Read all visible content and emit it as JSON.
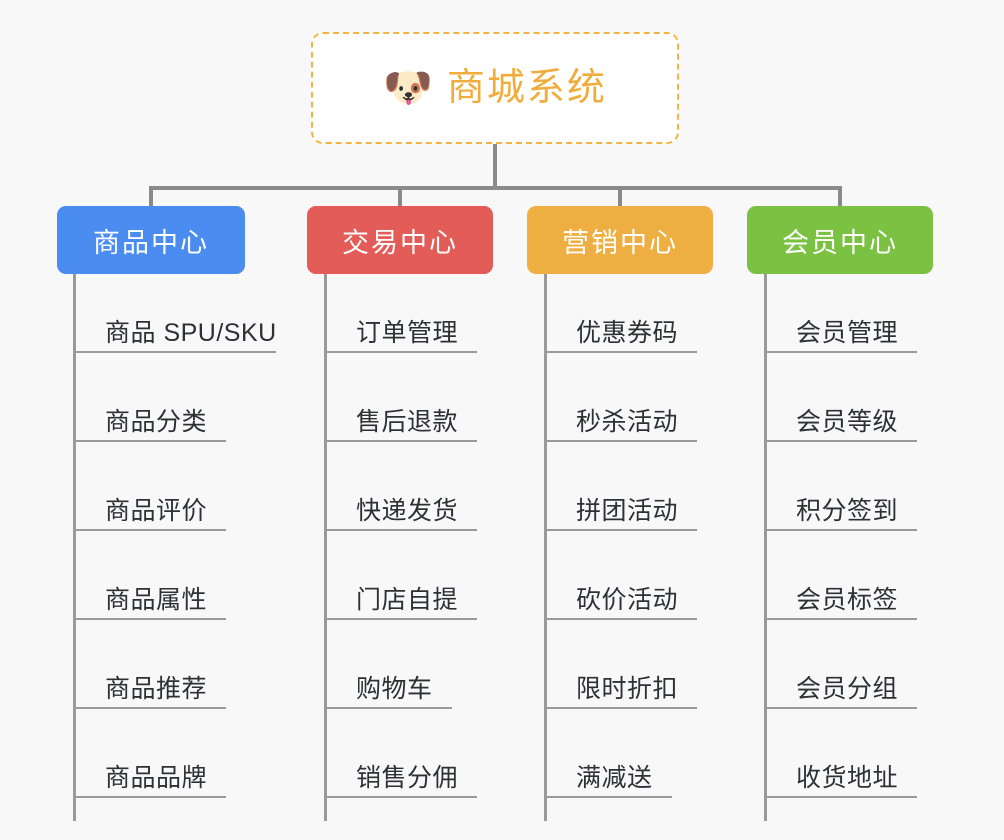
{
  "root": {
    "icon": "dog-face-icon",
    "emoji": "🐶",
    "title": "商城系统",
    "color": "#f0ad3d"
  },
  "branches": [
    {
      "label": "商品中心",
      "color": "#4a8cf0",
      "items": [
        "商品 SPU/SKU",
        "商品分类",
        "商品评价",
        "商品属性",
        "商品推荐",
        "商品品牌"
      ]
    },
    {
      "label": "交易中心",
      "color": "#e45c57",
      "items": [
        "订单管理",
        "售后退款",
        "快递发货",
        "门店自提",
        "购物车",
        "销售分佣"
      ]
    },
    {
      "label": "营销中心",
      "color": "#eeae41",
      "items": [
        "优惠券码",
        "秒杀活动",
        "拼团活动",
        "砍价活动",
        "限时折扣",
        "满减送"
      ]
    },
    {
      "label": "会员中心",
      "color": "#7bc142",
      "items": [
        "会员管理",
        "会员等级",
        "积分签到",
        "会员标签",
        "会员分组",
        "收货地址"
      ]
    }
  ],
  "theme": {
    "background": "#f8f8f8",
    "line_color": "#8a8a8a",
    "leaf_text_color": "#2f3033"
  }
}
